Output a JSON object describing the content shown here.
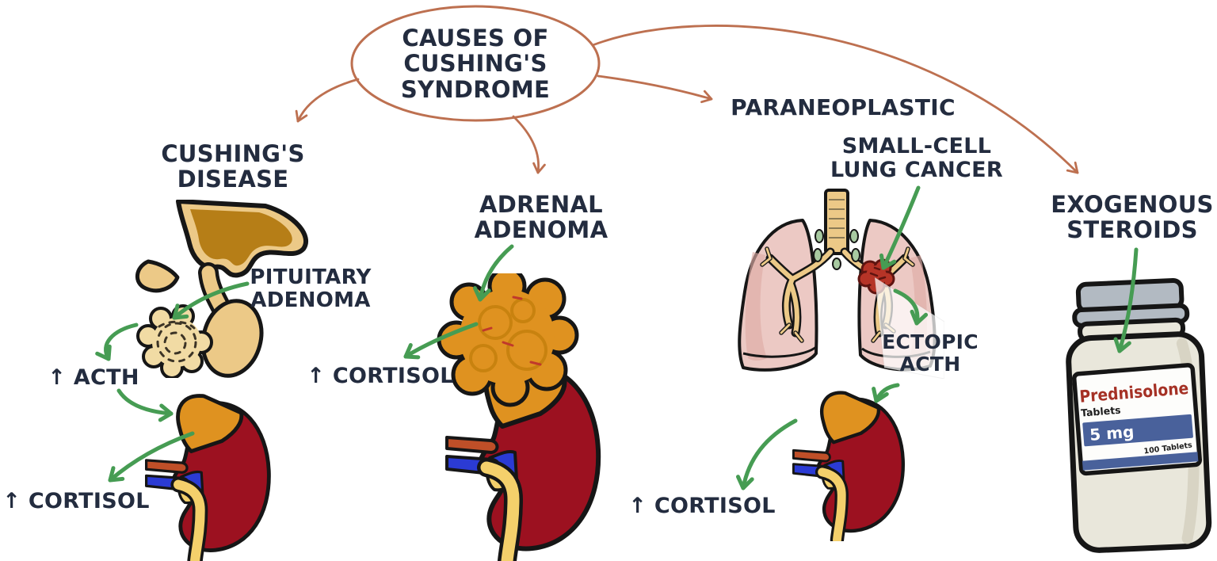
{
  "oval": {
    "text": "CAUSES OF\nCUSHING'S\nSYNDROME"
  },
  "branches": {
    "cushings_disease": {
      "heading": "CUSHING'S\nDISEASE",
      "pituitary_adenoma_label": "PITUITARY\nADENOMA",
      "acth_label": "↑ ACTH",
      "cortisol_label": "↑ CORTISOL"
    },
    "adrenal_adenoma": {
      "heading": "ADRENAL\nADENOMA",
      "cortisol_label": "↑ CORTISOL"
    },
    "paraneoplastic": {
      "heading": "PARANEOPLASTIC",
      "small_cell_label": "SMALL-CELL\nLUNG CANCER",
      "ectopic_acth_label": "ECTOPIC\nACTH",
      "cortisol_label": "↑ CORTISOL"
    },
    "exogenous_steroids": {
      "heading": "EXOGENOUS\nSTEROIDS",
      "bottle": {
        "name": "Prednisolone",
        "type": "Tablets",
        "dose": "5 mg",
        "count": "100 Tablets"
      }
    }
  },
  "colors": {
    "ink": "#232c3f",
    "connector_orange": "#bd7050",
    "arrow_green": "#469c53",
    "kidney_red": "#9c1120",
    "adrenal_orange": "#df9220",
    "artery_red": "#bf4f28",
    "vein_blue": "#2b3bd4",
    "ureter_yellow": "#f4d06b",
    "bone_tan": "#ecc987",
    "bone_gold": "#b67e17",
    "adenoma_tan": "#f1dba4",
    "lung_pink": "#ecc9c4",
    "lung_shadow": "#dfaca6",
    "node_green": "#a8caa1",
    "tumor_red": "#b63427",
    "bottle_cream": "#e9e7db",
    "cap_gray": "#b2bac2",
    "label_blue": "#49619b",
    "label_red": "#a53125"
  }
}
